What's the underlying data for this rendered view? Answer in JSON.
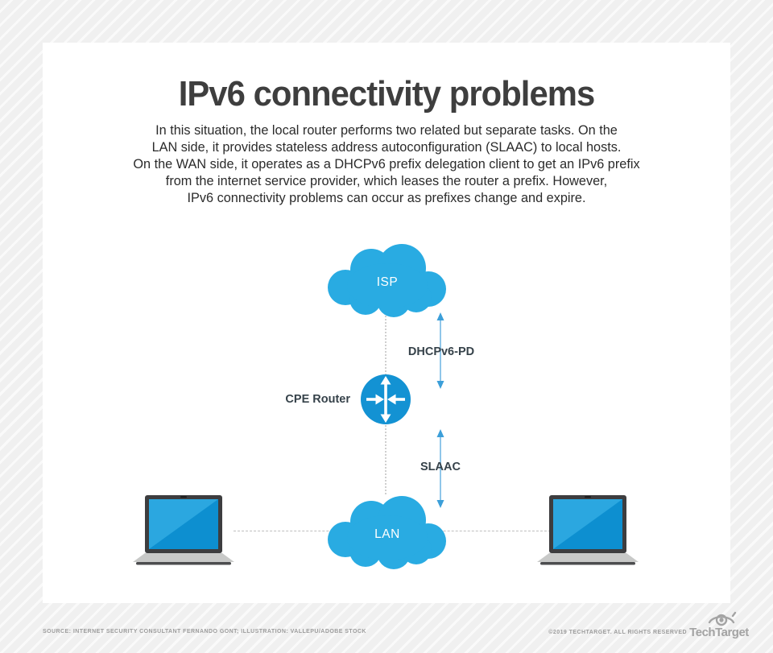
{
  "header": {
    "title": "IPv6 connectivity problems",
    "description": "In this situation, the local router performs two related but separate tasks. On the\nLAN side, it provides stateless address autoconfiguration (SLAAC) to local hosts.\nOn the WAN side, it operates as a DHCPv6 prefix delegation client to get an IPv6 prefix\nfrom the internet service provider, which leases the router a prefix. However,\nIPv6 connectivity problems can occur as prefixes change and expire."
  },
  "diagram": {
    "isp_cloud_label": "ISP",
    "lan_cloud_label": "LAN",
    "router_label": "CPE Router",
    "wan_link_label": "DHCPv6-PD",
    "lan_link_label": "SLAAC",
    "colors": {
      "cloud_blue": "#29abe2",
      "router_blue": "#1392d3",
      "arrow_line": "#8fc6e9",
      "arrow_head": "#3c9fd9",
      "label_text": "#36424a",
      "laptop_screen_light": "#2ba7e0",
      "laptop_screen_dark": "#0d8fd0",
      "connector_gray": "#cfcfcf"
    }
  },
  "footer": {
    "source": "SOURCE: INTERNET SECURITY CONSULTANT FERNANDO GONT; ILLUSTRATION: VALLEPU/ADOBE STOCK",
    "copyright": "©2019 TECHTARGET. ALL RIGHTS RESERVED",
    "logo_text": "TechTarget"
  }
}
